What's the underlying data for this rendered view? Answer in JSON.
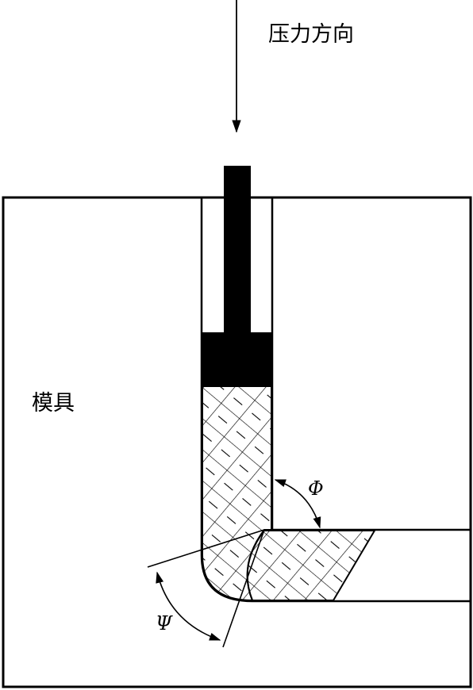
{
  "labels": {
    "pressure_direction": "压力方向",
    "die": "模具",
    "angle_phi": "Φ",
    "angle_psi": "Ψ"
  },
  "colors": {
    "ink": "#000000",
    "background": "#ffffff"
  }
}
